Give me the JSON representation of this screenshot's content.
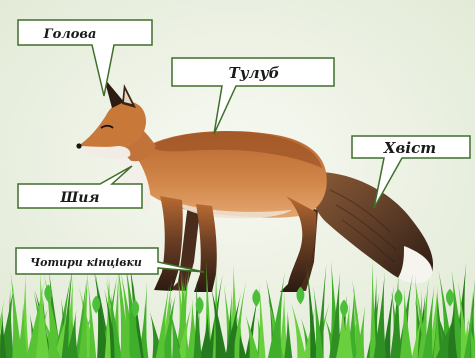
{
  "labels": {
    "head": "Голова",
    "body": "Тулуб",
    "tail": "Хвіст",
    "neck": "Шия",
    "legs": "Чотири кінцівки"
  },
  "colors": {
    "callout_border": "#3f6f2a",
    "background": "#eef3e6",
    "fur_orange": "#c8763a",
    "fur_dark": "#3a2418",
    "fur_white": "#f2efe8",
    "grass": "#3fae2a"
  }
}
